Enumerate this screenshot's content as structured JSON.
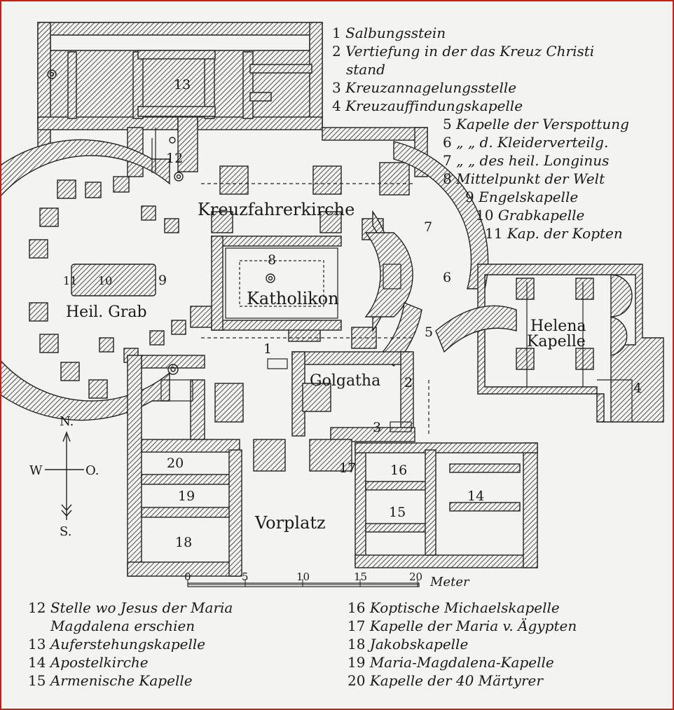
{
  "legend_top": [
    {
      "num": "1",
      "text": "Salbungsstein"
    },
    {
      "num": "2",
      "text": "Vertiefung in der das Kreuz Christi"
    },
    {
      "num": "",
      "text": "stand"
    },
    {
      "num": "3",
      "text": "Kreuzannagelungsstelle"
    },
    {
      "num": "4",
      "text": "Kreuzauffindungskapelle"
    },
    {
      "num": "5",
      "text": "Kapelle der Verspottung"
    },
    {
      "num": "6",
      "text": "„ „ d. Kleiderverteilg."
    },
    {
      "num": "7",
      "text": "„ „ des heil. Longinus"
    },
    {
      "num": "8",
      "text": "Mittelpunkt der Welt"
    },
    {
      "num": "9",
      "text": "Engelskapelle"
    },
    {
      "num": "10",
      "text": "Grabkapelle"
    },
    {
      "num": "11",
      "text": "Kap. der Kopten"
    }
  ],
  "legend_bottom_left": [
    {
      "num": "12",
      "text": "Stelle wo Jesus der Maria"
    },
    {
      "num": "",
      "text": "Magdalena erschien"
    },
    {
      "num": "13",
      "text": "Auferstehungskapelle"
    },
    {
      "num": "14",
      "text": "Apostelkirche"
    },
    {
      "num": "15",
      "text": "Armenische Kapelle"
    }
  ],
  "legend_bottom_right": [
    {
      "num": "16",
      "text": "Koptische Michaelskapelle"
    },
    {
      "num": "17",
      "text": "Kapelle der Maria v. Ägypten"
    },
    {
      "num": "18",
      "text": "Jakobskapelle"
    },
    {
      "num": "19",
      "text": "Maria-Magdalena-Kapelle"
    },
    {
      "num": "20",
      "text": "Kapelle der 40 Märtyrer"
    }
  ],
  "plan_labels": {
    "kreuzfahrerkirche": "Kreuzfahrerkirche",
    "katholikon": "Katholikon",
    "heil_grab": "Heil. Grab",
    "golgatha": "Golgatha",
    "helena": "Helena",
    "kapelle": "Kapelle",
    "vorplatz": "Vorplatz"
  },
  "plan_numbers": {
    "n1": "1",
    "n2": "2",
    "n3": "3",
    "n4": "4",
    "n5": "5",
    "n6": "6",
    "n7": "7",
    "n8": "8",
    "n9": "9",
    "n10": "10",
    "n11": "11",
    "n12": "12",
    "n13": "13",
    "n14": "14",
    "n15": "15",
    "n16": "16",
    "n17": "17",
    "n18": "18",
    "n19": "19",
    "n20": "20"
  },
  "compass": {
    "north": "N.",
    "south": "S.",
    "west": "W",
    "east": "O."
  },
  "scale": {
    "ticks": [
      "0",
      "5",
      "10",
      "15",
      "20"
    ],
    "unit": "Meter"
  },
  "colors": {
    "frame": "#c81e1e",
    "ink": "#1a1a1a",
    "paper": "#f3f3f1"
  }
}
